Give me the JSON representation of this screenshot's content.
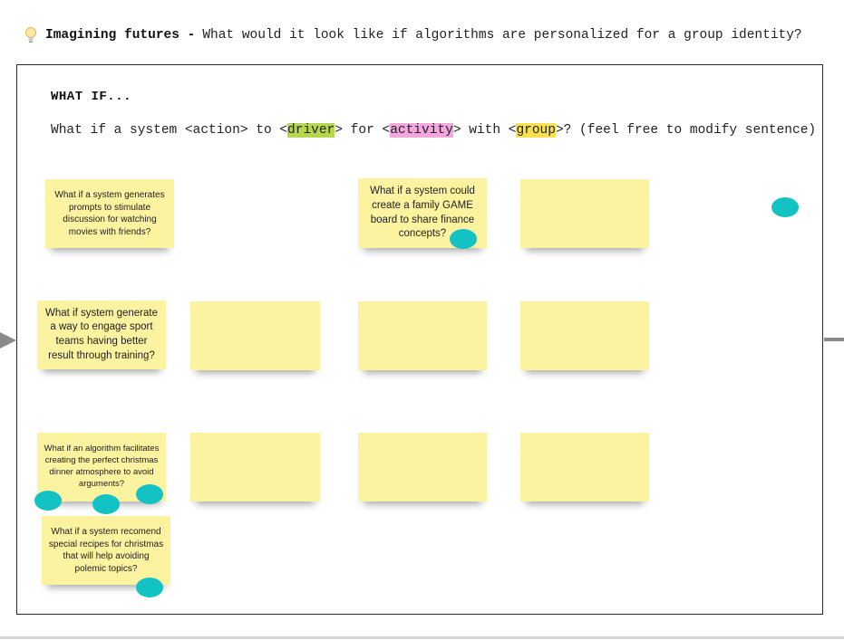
{
  "header": {
    "icon": "lightbulb-icon",
    "title": "Imagining futures -",
    "subtitle": "What would it look like if algorithms are personalized for a group identity?"
  },
  "frame": {
    "heading": "WHAT IF...",
    "template": {
      "part1": "What if a system <action> to <",
      "driver": "driver",
      "part2": "> for <",
      "activity": "activity",
      "part3": "> with <",
      "group": "group",
      "part4": ">? (feel free to modify sentence)"
    }
  },
  "stickies": [
    {
      "text": "What if a system generates prompts to stimulate discussion for watching movies with friends?"
    },
    {
      "text": "What if a system could create a family GAME board to share finance concepts?"
    },
    {
      "text": ""
    },
    {
      "text": "What if system generate a way to engage sport teams having better result through training?"
    },
    {
      "text": ""
    },
    {
      "text": ""
    },
    {
      "text": ""
    },
    {
      "text": "What if an algorithm facilitates creating the perfect christmas dinner atmosphere to avoid arguments?"
    },
    {
      "text": ""
    },
    {
      "text": ""
    },
    {
      "text": ""
    },
    {
      "text": "What if a system recomend special recipes for christmas that will help avoiding polemic topics?"
    }
  ],
  "colors": {
    "sticky": "#fbf3a0",
    "vote_dot": "#13c2c2",
    "highlight_driver": "#b5d84a",
    "highlight_activity": "#f3a6e0",
    "highlight_group": "#f8e24a"
  }
}
